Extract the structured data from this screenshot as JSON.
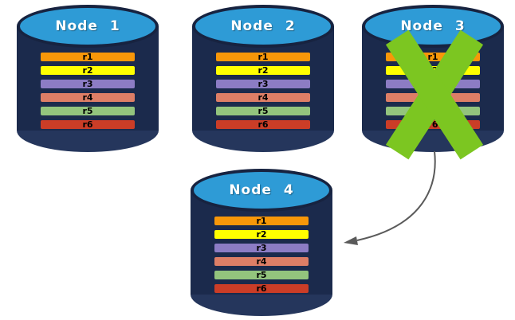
{
  "diagram": {
    "description": "Database replication diagram: four nodes each storing records r1-r6; Node 3 is failed (green X) and an arrow points from Node 3 to Node 4",
    "nodes": [
      {
        "label": "Node 1",
        "failed": false,
        "records": [
          "r1",
          "r2",
          "r3",
          "r4",
          "r5",
          "r6"
        ]
      },
      {
        "label": "Node 2",
        "failed": false,
        "records": [
          "r1",
          "r2",
          "r3",
          "r4",
          "r5",
          "r6"
        ]
      },
      {
        "label": "Node 3",
        "failed": true,
        "records": [
          "r1",
          "r2",
          "r3",
          "r4",
          "r5",
          "r6"
        ]
      },
      {
        "label": "Node 4",
        "failed": false,
        "records": [
          "r1",
          "r2",
          "r3",
          "r4",
          "r5",
          "r6"
        ]
      }
    ],
    "arrow": {
      "from": "Node 3",
      "to": "Node 4"
    }
  },
  "record_colors": {
    "r1": "#F79709",
    "r2": "#FFFF00",
    "r3": "#8C7CC4",
    "r4": "#DD7E66",
    "r5": "#93C47D",
    "r6": "#CB3D27"
  },
  "colors": {
    "cylinder_body": "#1B2A4C",
    "cylinder_bottom_rim": "#25365C",
    "cylinder_top": "#2E9BD6",
    "cylinder_top_border": "#172340",
    "failure_x": "#7CC621",
    "arrow": "#5A5A5A",
    "record_text": "#000000",
    "node_label_text": "#FFFFFF",
    "background": "#FFFFFF"
  }
}
